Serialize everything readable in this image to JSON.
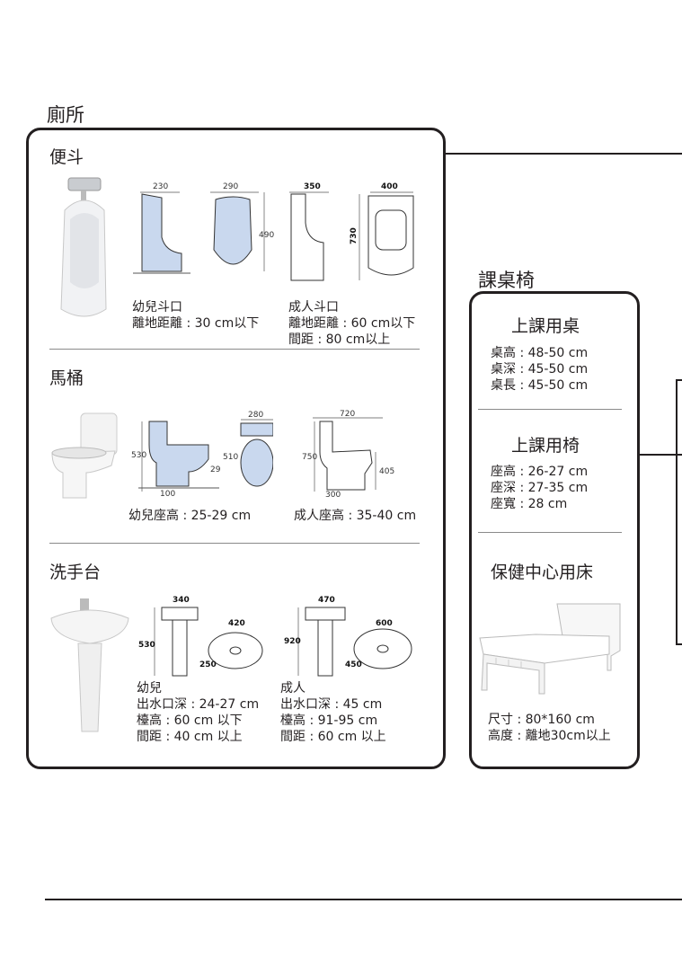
{
  "toilet_section": {
    "title": "廁所",
    "urinal": {
      "title": "便斗",
      "dims": [
        "230",
        "290",
        "490",
        "350",
        "400",
        "730"
      ],
      "child": [
        "幼兒斗口",
        "離地距離 : 30 cm以下"
      ],
      "adult": [
        "成人斗口",
        "離地距離 : 60 cm以下",
        "間距 : 80 cm以上"
      ]
    },
    "toilet": {
      "title": "馬桶",
      "dims": [
        "530",
        "100",
        "280",
        "510",
        "29",
        "720",
        "750",
        "405",
        "300"
      ],
      "child": "幼兒座高 : 25-29 cm",
      "adult": "成人座高 : 35-40 cm"
    },
    "sink": {
      "title": "洗手台",
      "dims": [
        "340",
        "530",
        "420",
        "250",
        "470",
        "920",
        "600",
        "450"
      ],
      "child": [
        "幼兒",
        "出水口深 : 24-27 cm",
        "檯高 : 60 cm 以下",
        "間距 : 40 cm 以上"
      ],
      "adult": [
        "成人",
        "出水口深 : 45 cm",
        "檯高 : 91-95 cm",
        "間距 : 60 cm 以上"
      ]
    }
  },
  "furniture_section": {
    "title": "課桌椅",
    "desk": {
      "title": "上課用桌",
      "lines": [
        "桌高 : 48-50 cm",
        "桌深 : 45-50 cm",
        "桌長 : 45-50 cm"
      ]
    },
    "chair": {
      "title": "上課用椅",
      "lines": [
        "座高 : 26-27 cm",
        "座深 : 27-35 cm",
        "座寬 : 28 cm"
      ]
    },
    "bed": {
      "title": "保健中心用床",
      "lines": [
        "尺寸 : 80*160 cm",
        "高度 : 離地30cm以上"
      ]
    }
  }
}
